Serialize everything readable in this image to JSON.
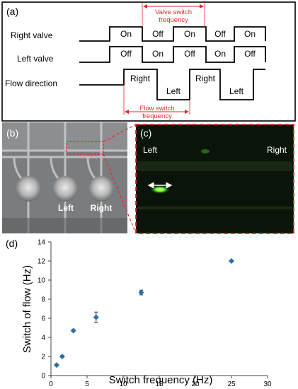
{
  "panel_a": {
    "tag": "(a)",
    "rows": {
      "right_valve": "Right valve",
      "left_valve": "Left valve",
      "flow_direction": "Flow direction"
    },
    "right_states": [
      "On",
      "Off",
      "On",
      "Off",
      "On"
    ],
    "left_states": [
      "Off",
      "On",
      "Off",
      "On",
      "Off"
    ],
    "flow_states": [
      "Right",
      "Left",
      "Right",
      "Left"
    ],
    "valve_freq_label": [
      "Valve switch",
      "frequency"
    ],
    "flow_freq_label": [
      "Flow switch",
      "frequency"
    ],
    "annotation_color": "#e8262a"
  },
  "panel_b": {
    "tag": "(b)",
    "left_label": "Left",
    "right_label": "Right"
  },
  "panel_c": {
    "tag": "(c)",
    "left_label": "Left",
    "right_label": "Right",
    "zoom_color": "#e8262a"
  },
  "panel_d": {
    "tag": "(d)"
  },
  "chart_data": {
    "type": "scatter",
    "xlabel": "Switch frequency (Hz)",
    "ylabel": "Switch of flow (Hz)",
    "xlim": [
      0,
      30
    ],
    "ylim": [
      0,
      14
    ],
    "x_ticks": [
      0,
      5,
      10,
      15,
      20,
      25,
      30
    ],
    "y_ticks": [
      0,
      2,
      4,
      6,
      8,
      10,
      12,
      14
    ],
    "grid": false,
    "marker": "diamond",
    "color": "#2e6da4",
    "points": [
      {
        "x": 0.78,
        "y": 1.1,
        "err": 0.1
      },
      {
        "x": 1.56,
        "y": 2.0,
        "err": 0.1
      },
      {
        "x": 3.1,
        "y": 4.7,
        "err": 0.1
      },
      {
        "x": 6.25,
        "y": 6.1,
        "err": 0.55
      },
      {
        "x": 12.5,
        "y": 8.7,
        "err": 0.25
      },
      {
        "x": 25.0,
        "y": 12.0,
        "err": 0.1
      }
    ]
  }
}
